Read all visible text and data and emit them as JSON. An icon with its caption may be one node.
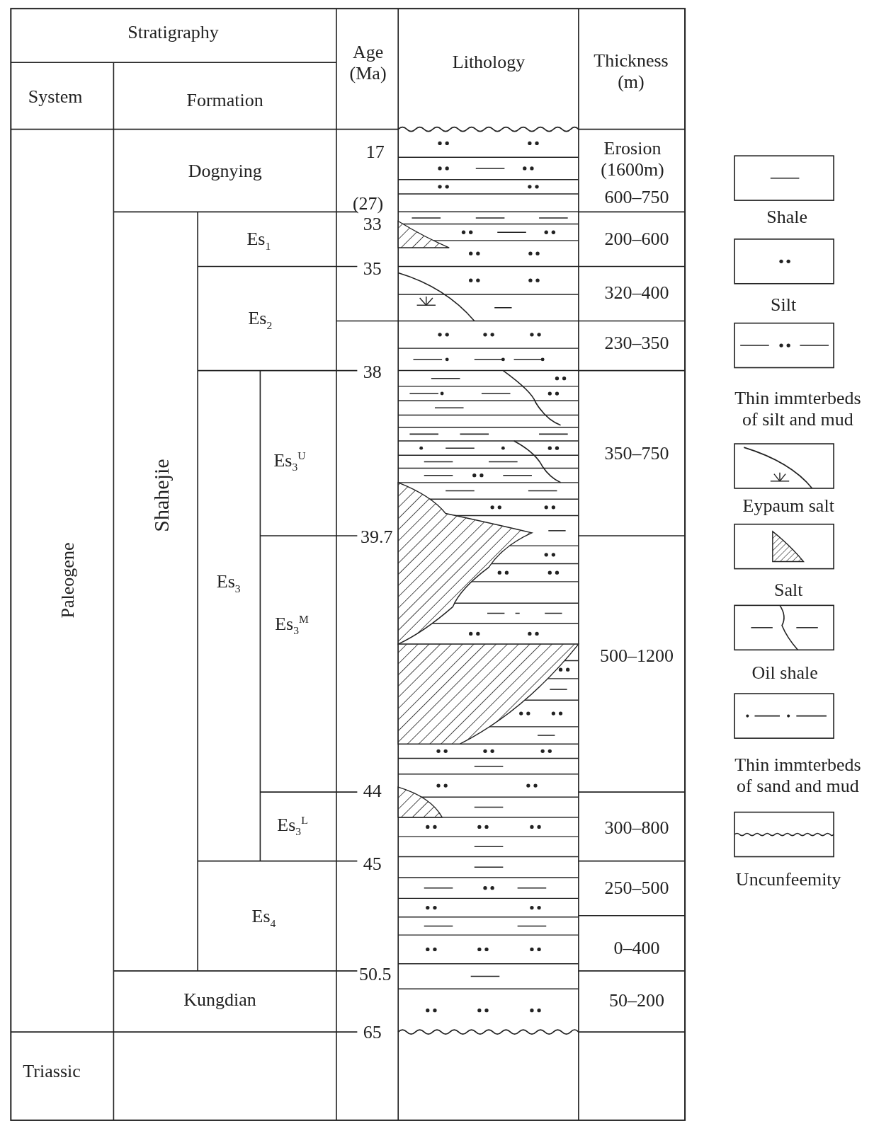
{
  "diagram": {
    "labels": [
      "Stratigraphy",
      "Age (Ma)",
      "Lithology",
      "Thickness (m)",
      "System",
      "Formation",
      "Paleogene",
      "Dognying",
      "17",
      "Erosion (1600m)",
      "600–750",
      "(27)",
      "33",
      "Shahejie",
      "Es$_{1}$",
      "200–600",
      "35",
      "Es$_{2}$",
      "320–400",
      "230–350",
      "38",
      "Es$_{3}$$^{U}$",
      "350–750",
      "39.7",
      "Es$_{3}$",
      "Es$_{3}$$^{M}$",
      "500–1200",
      "44",
      "Es$_{3}$$^{L}$",
      "300–800",
      "45",
      "Es$_{4}$",
      "250–500",
      "0–400",
      "50.5",
      "Kungdian",
      "50–200",
      "65",
      "Triassic"
    ],
    "legend": [
      {
        "text": "Shale"
      },
      {
        "text": "Silt"
      },
      {
        "text": "Thin immterbeds of silt and mud"
      },
      {
        "text": "Eypaum salt"
      },
      {
        "text": "Salt"
      },
      {
        "text": "Oil shale"
      },
      {
        "text": "Thin immterbeds of sand and mud"
      },
      {
        "text": "Uncunfeemity"
      }
    ]
  }
}
